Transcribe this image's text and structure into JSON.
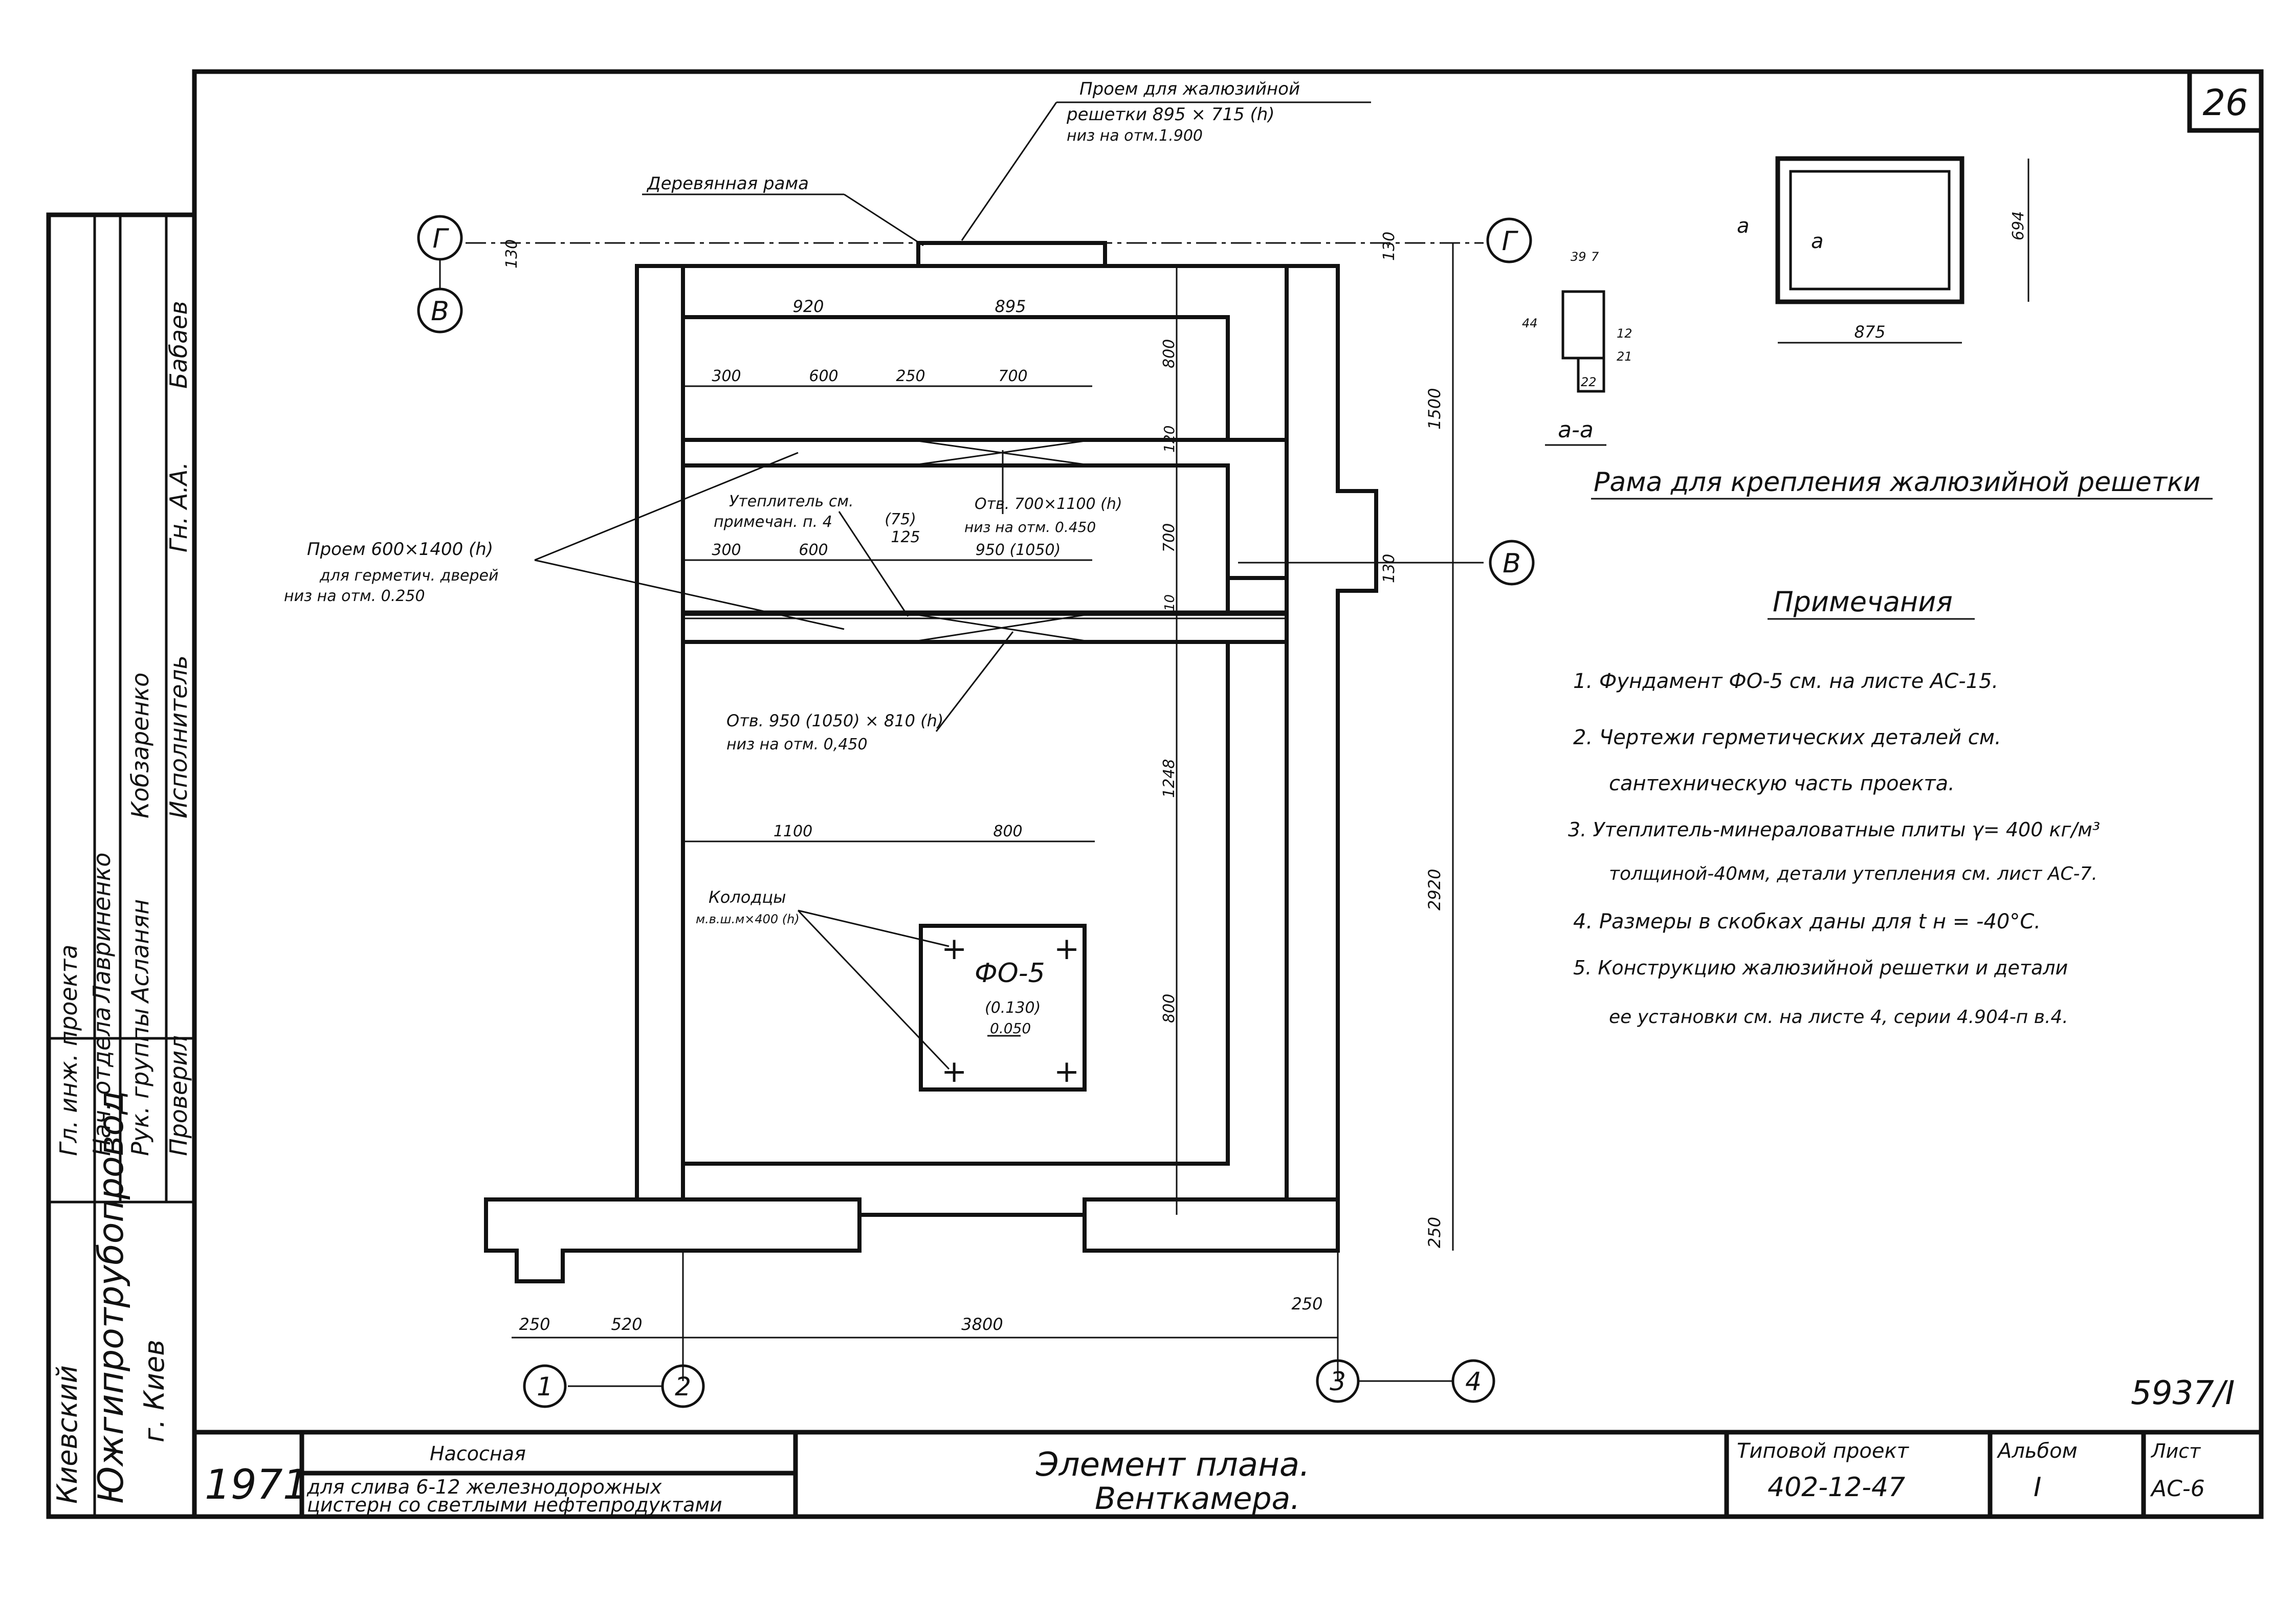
{
  "sheet_number": "26",
  "drawing_number": "5937/I",
  "axes": {
    "G": "Г",
    "V": "В",
    "a1": "1",
    "a2": "2",
    "a3": "3",
    "a4": "4"
  },
  "labels": {
    "louver_opening": [
      "Проем для жалюзийной",
      "решетки 895 × 715 (h)",
      "низ на отм.1.900"
    ],
    "wooden_frame": "Деревянная рама",
    "door_opening": [
      "Проем 600×1400 (h)",
      "для герметич. дверей",
      "низ на отм. 0.250"
    ],
    "insulation": [
      "Утеплитель см.",
      "примечан. п. 4"
    ],
    "opening_upper": [
      "Отв. 700×1100 (h)",
      "низ на отм. 0.450"
    ],
    "opening_lower": [
      "Отв. 950 (1050) × 810 (h)",
      "низ на отм. 0,450"
    ],
    "bolts": [
      "Колодцы",
      "м.в.ш.м×400 (h)"
    ],
    "foundation": "ФО-5",
    "foundation_level": "(0.130)",
    "foundation_mark": "0.050"
  },
  "dimensions": {
    "top_920": "920",
    "top_895": "895",
    "d300a": "300",
    "d600a": "600",
    "d250": "250",
    "d700": "700",
    "d800a": "800",
    "d120": "120",
    "d700v": "700",
    "d75": "(75)",
    "d125": "125",
    "d300b": "300",
    "d600b": "600",
    "d950": "950 (1050)",
    "d1248": "1248",
    "d1100": "1100",
    "d800b": "800",
    "d800c": "800",
    "d2920": "2920",
    "d1500": "1500",
    "d130a": "130",
    "d130b": "130",
    "d130c": "130",
    "d10": "10",
    "d250b": "250",
    "d250c": "250",
    "d250d": "250",
    "d520": "520",
    "d3800": "3800"
  },
  "frame_detail": {
    "title": "Рама для крепления жалюзийной решетки",
    "section_label": "а-а",
    "marker_a": "а",
    "width": "875",
    "height": "694",
    "sec_39": "39",
    "sec_7": "7",
    "sec_44": "44",
    "sec_12": "12",
    "sec_21": "21",
    "sec_22": "22"
  },
  "notes": {
    "heading": "Примечания",
    "items": [
      "1. Фундамент ФО-5 см. на листе АС-15.",
      "2. Чертежи герметических деталей см.",
      "сантехническую часть проекта.",
      "3. Утеплитель-минераловатные плиты γ= 400 кг/м³",
      "толщиной-40мм, детали утепления см. лист АС-7.",
      "4. Размеры в скобках даны для t н = -40°С.",
      "5. Конструкцию жалюзийной решетки и детали",
      "ее установки см. на листе 4, серии 4.904-п в.4."
    ]
  },
  "title_block": {
    "year": "1971",
    "object_title": [
      "Насосная",
      "для слива 6-12   железнодорожных",
      "цистерн со светлыми нефтепродуктами"
    ],
    "sheet_title": [
      "Элемент плана.",
      "Венткамера."
    ],
    "project_label": "Типовой проект",
    "project_number": "402-12-47",
    "album_label": "Альбом",
    "album_value": "I",
    "list_label": "Лист",
    "list_value": "АС-6"
  },
  "side_stamp": {
    "org": [
      "Киевский",
      "Южгипротрубопровод",
      "г. Киев"
    ],
    "roles": [
      "Гл. инж. проекта",
      "Нач. отдела",
      "Рук. группы",
      "Проверил",
      "Исполнитель"
    ],
    "names": [
      "Бабаев",
      "Гн. А.А.",
      "Кобзаренко",
      "Асланян",
      "Лавриненко"
    ]
  }
}
